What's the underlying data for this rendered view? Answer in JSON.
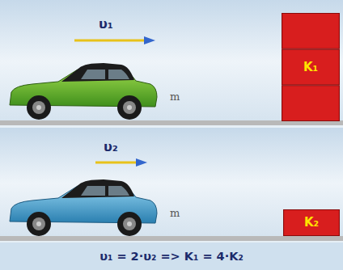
{
  "diagram": {
    "caption": "υ₁ = 2·υ₂ => K₁ = 4·K₂",
    "nodes": [
      {
        "text": [
          "K₁"
        ]
      },
      {
        "text": [
          "K₂"
        ]
      }
    ],
    "labels": [
      "υ₁",
      "m",
      "υ₂",
      "m"
    ]
  }
}
